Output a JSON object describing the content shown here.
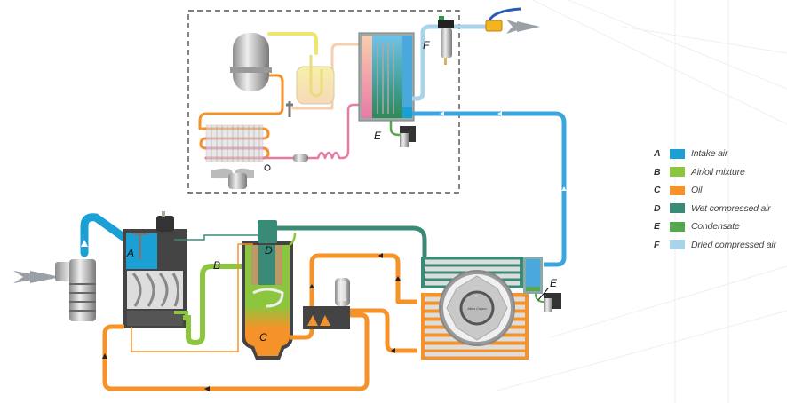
{
  "colors": {
    "intake_air": "#1aa0d4",
    "air_oil_mixture": "#8cc63e",
    "oil": "#f5922a",
    "wet_compressed_air": "#3a8a78",
    "condensate": "#55a84b",
    "dried_compressed_air": "#a9d3e8",
    "refrigerant_hot": "#f5922a",
    "refrigerant_gas": "#f0e66e",
    "refrigerant_liquid": "#e87aa6",
    "refrigerant_suction": "#f7cfae"
  },
  "labels": {
    "A": "A",
    "B": "B",
    "C": "C",
    "D": "D",
    "E_dryer": "E",
    "E_cooler": "E",
    "F": "F"
  },
  "legend": [
    {
      "key": "A",
      "label": "Intake air",
      "color": "#1aa0d4"
    },
    {
      "key": "B",
      "label": "Air/oil mixture",
      "color": "#8cc63e"
    },
    {
      "key": "C",
      "label": "Oil",
      "color": "#f5922a"
    },
    {
      "key": "D",
      "label": "Wet compressed air",
      "color": "#3a8a78"
    },
    {
      "key": "E",
      "label": "Condensate",
      "color": "#55a84b"
    },
    {
      "key": "F",
      "label": "Dried compressed air",
      "color": "#a9d3e8"
    }
  ],
  "fan_badge": "Atlas Copco"
}
